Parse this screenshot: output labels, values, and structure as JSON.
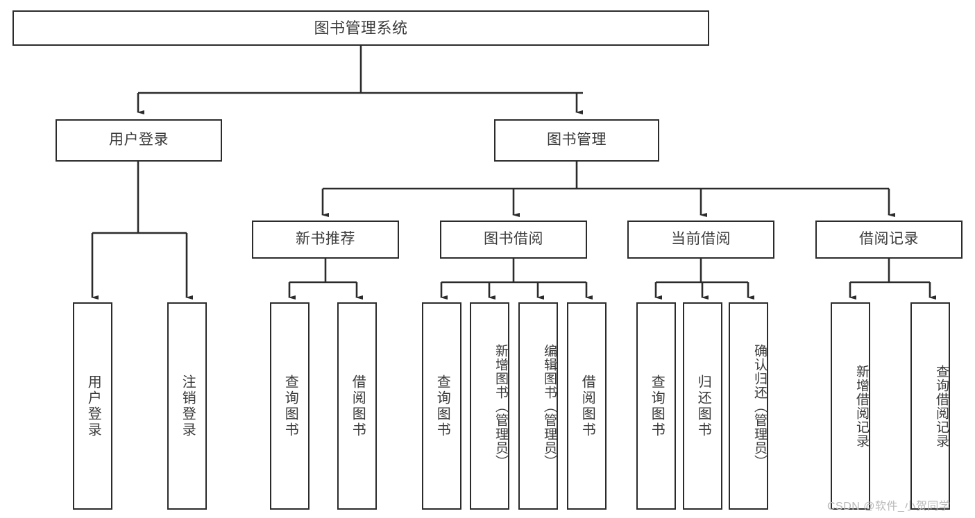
{
  "diagram": {
    "type": "tree",
    "title": "图书管理系统",
    "watermark": "CSDN @软件_小贺同学",
    "colors": {
      "box_border": "#2b2b2b",
      "box_fill": "#ffffff",
      "text": "#3a3a3a",
      "connector": "#2b2b2b",
      "watermark": "#b9b9b9",
      "background": "#ffffff"
    },
    "levels": {
      "root": {
        "label": "图书管理系统"
      },
      "level2": [
        {
          "label": "用户登录"
        },
        {
          "label": "图书管理"
        }
      ],
      "level3": [
        {
          "label": "新书推荐"
        },
        {
          "label": "图书借阅"
        },
        {
          "label": "当前借阅"
        },
        {
          "label": "借阅记录"
        }
      ],
      "leaves": [
        {
          "label": "用户登录",
          "parent": "用户登录"
        },
        {
          "label": "注销登录",
          "parent": "用户登录"
        },
        {
          "label": "查询图书",
          "parent": "新书推荐"
        },
        {
          "label": "借阅图书",
          "parent": "新书推荐"
        },
        {
          "label": "查询图书",
          "parent": "图书借阅"
        },
        {
          "label": "新增图书（管理员）",
          "parent": "图书借阅"
        },
        {
          "label": "编辑图书（管理员）",
          "parent": "图书借阅"
        },
        {
          "label": "借阅图书",
          "parent": "图书借阅"
        },
        {
          "label": "查询图书",
          "parent": "当前借阅"
        },
        {
          "label": "归还图书",
          "parent": "当前借阅"
        },
        {
          "label": "确认归还（管理员）",
          "parent": "当前借阅"
        },
        {
          "label": "新增借阅记录",
          "parent": "借阅记录"
        },
        {
          "label": "查询借阅记录",
          "parent": "借阅记录"
        }
      ]
    }
  }
}
